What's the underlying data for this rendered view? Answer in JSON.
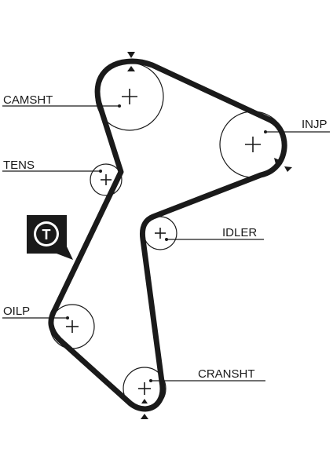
{
  "labels": {
    "camshaft": "CAMSHT",
    "injection_pump": "INJP",
    "tensioner": "TENS",
    "idler": "IDLER",
    "oil_pump": "OILP",
    "crankshaft": "CRANSHT"
  },
  "tensioner_badge": {
    "letter": "T",
    "icon": "tensioner-icon"
  },
  "colors": {
    "ink": "#1a1a1a",
    "background": "#ffffff"
  }
}
